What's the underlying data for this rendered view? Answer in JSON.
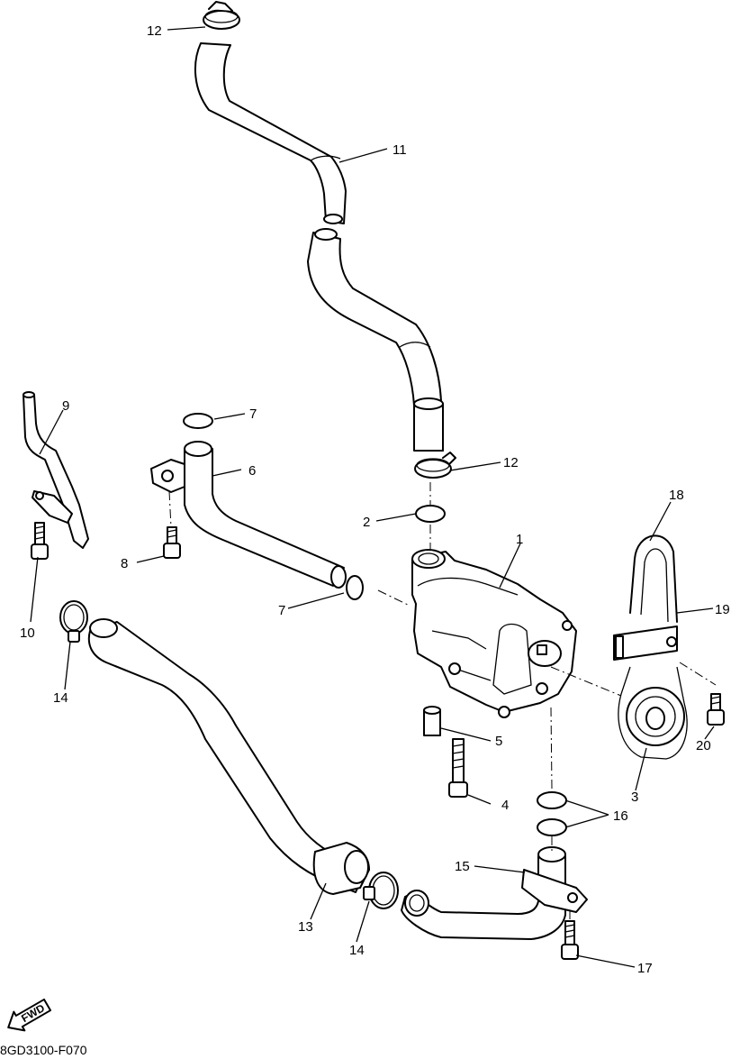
{
  "diagram": {
    "drawing_code": "8GD3100-F070",
    "direction_marker": "FWD",
    "callouts": [
      {
        "id": "part-1",
        "number": "1"
      },
      {
        "id": "part-2",
        "number": "2"
      },
      {
        "id": "part-3",
        "number": "3"
      },
      {
        "id": "part-4",
        "number": "4"
      },
      {
        "id": "part-5",
        "number": "5"
      },
      {
        "id": "part-6",
        "number": "6"
      },
      {
        "id": "part-7a",
        "number": "7"
      },
      {
        "id": "part-7b",
        "number": "7"
      },
      {
        "id": "part-8",
        "number": "8"
      },
      {
        "id": "part-9",
        "number": "9"
      },
      {
        "id": "part-10",
        "number": "10"
      },
      {
        "id": "part-11",
        "number": "11"
      },
      {
        "id": "part-12a",
        "number": "12"
      },
      {
        "id": "part-12b",
        "number": "12"
      },
      {
        "id": "part-13",
        "number": "13"
      },
      {
        "id": "part-14a",
        "number": "14"
      },
      {
        "id": "part-14b",
        "number": "14"
      },
      {
        "id": "part-15",
        "number": "15"
      },
      {
        "id": "part-16",
        "number": "16"
      },
      {
        "id": "part-17",
        "number": "17"
      },
      {
        "id": "part-18",
        "number": "18"
      },
      {
        "id": "part-19",
        "number": "19"
      },
      {
        "id": "part-20",
        "number": "20"
      }
    ]
  }
}
